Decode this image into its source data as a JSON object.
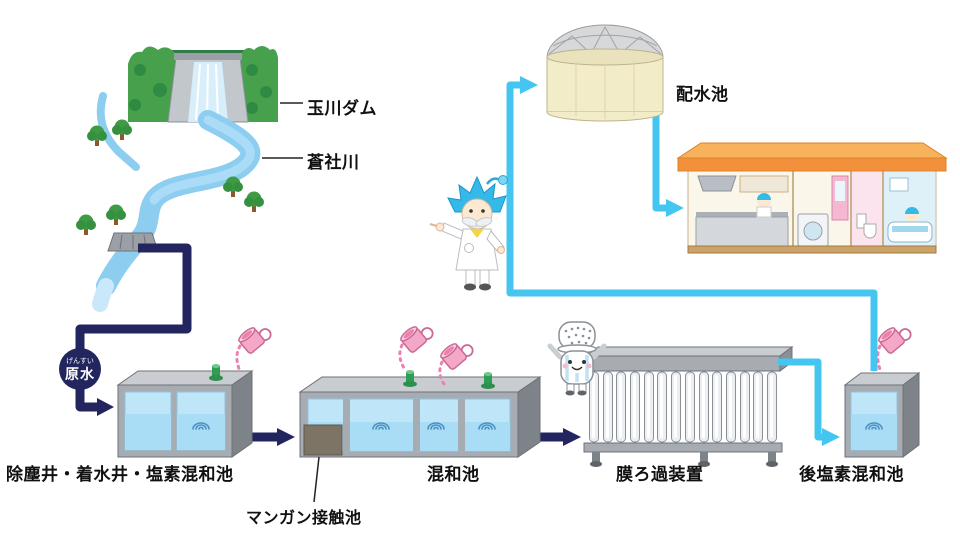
{
  "source": {
    "dam_label": "玉川ダム",
    "river_label": "蒼社川",
    "raw_water": {
      "furigana": "げんすい",
      "label": "原水"
    }
  },
  "process": {
    "stage1_label": "除塵井・着水井・塩素混和池",
    "manganese_label": "マンガン接触池",
    "mixing_label": "混和池",
    "membrane_label": "膜ろ過装置",
    "post_chlorine_label": "後塩素混和池"
  },
  "distribution": {
    "reservoir_label": "配水池"
  },
  "colors": {
    "raw_water_flow": "#23255F",
    "treated_water_flow": "#45C6F1",
    "chemical_pink": "#EE7FB0",
    "tank_gray": "#A7ACB2",
    "water_blue": "#BFE6F8",
    "roof_orange": "#F2903C"
  },
  "illustrations": [
    "dam-and-river-scene",
    "river-intake",
    "chemical-pitchers",
    "scientist-mascot",
    "membrane-mascot",
    "distribution-reservoir-tank",
    "house-cross-section"
  ]
}
